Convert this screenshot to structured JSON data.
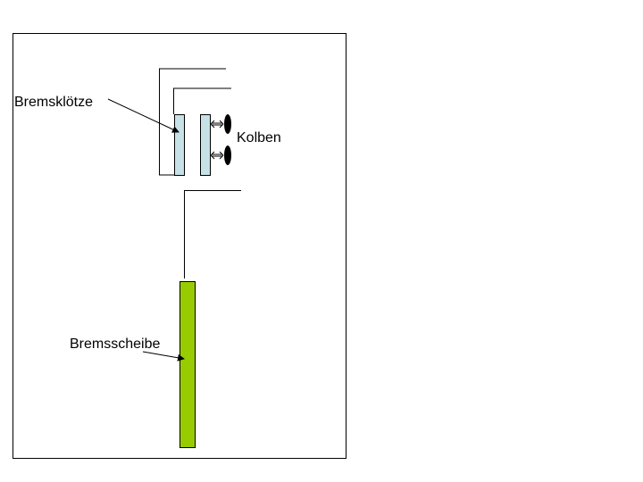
{
  "labels": {
    "brake_pads": "Bremsklötze",
    "pistons": "Kolben",
    "brake_disc": "Bremsscheibe"
  },
  "colors": {
    "pad_fill": "#c6e2e6",
    "disc_fill": "#99cc00",
    "piston_fill": "#000000",
    "line": "#000000",
    "frame": "#000000",
    "background": "#ffffff"
  }
}
